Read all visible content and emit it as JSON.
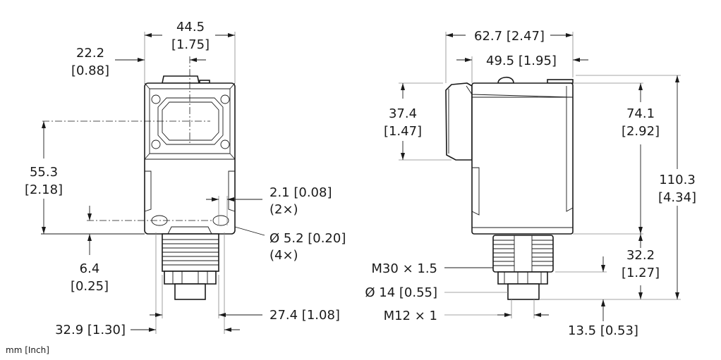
{
  "units_note": "mm [Inch]",
  "front_view": {
    "width": {
      "mm": "44.5",
      "in": "[1.75]"
    },
    "half_width": {
      "mm": "22.2",
      "in": "[0.88]"
    },
    "lens_height": {
      "mm": "55.3",
      "in": "[2.18]"
    },
    "hole_offset": {
      "mm": "6.4",
      "in": "[0.25]"
    },
    "slot": {
      "label": "2.1 [0.08]",
      "count": "(2×)"
    },
    "hole_dia": {
      "label": "Ø 5.2 [0.20]",
      "count": "(4×)"
    },
    "inner_spacing": {
      "label": "27.4 [1.08]"
    },
    "outer_spacing": {
      "label": "32.9 [1.30]"
    }
  },
  "side_view": {
    "overall_depth": {
      "label": "62.7 [2.47]"
    },
    "body_depth": {
      "label": "49.5 [1.95]"
    },
    "lens_height": {
      "mm": "37.4",
      "in": "[1.47]"
    },
    "body_height": {
      "mm": "74.1",
      "in": "[2.92]"
    },
    "overall_height": {
      "mm": "110.3",
      "in": "[4.34]"
    },
    "connector_length": {
      "mm": "32.2",
      "in": "[1.27]"
    },
    "plug_length": {
      "label": "13.5 [0.53]"
    },
    "thread_label": "M30 × 1.5",
    "plug_dia_label": "Ø 14 [0.55]",
    "plug_thread_label": "M12 × 1"
  }
}
